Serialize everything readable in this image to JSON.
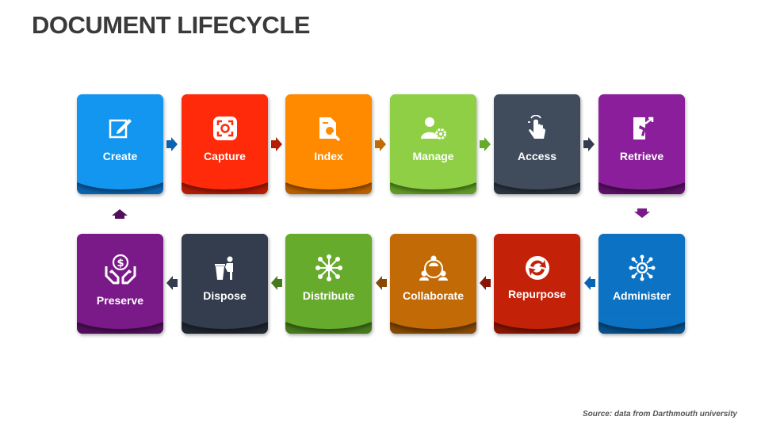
{
  "title": "DOCUMENT LIFECYCLE",
  "source": "Source: data from Darthmouth university",
  "steps": [
    {
      "label": "Create",
      "icon": "pencil-square-icon",
      "color": "#1296f0",
      "dark": "#0a63b0"
    },
    {
      "label": "Capture",
      "icon": "scan-capture-icon",
      "color": "#ff2a0a",
      "dark": "#b31c05"
    },
    {
      "label": "Index",
      "icon": "document-search-icon",
      "color": "#ff8a00",
      "dark": "#b85f00"
    },
    {
      "label": "Manage",
      "icon": "user-gear-icon",
      "color": "#8ecf45",
      "dark": "#5f9a25"
    },
    {
      "label": "Access",
      "icon": "touch-hand-icon",
      "color": "#404c5c",
      "dark": "#2b3440"
    },
    {
      "label": "Retrieve",
      "icon": "door-exit-icon",
      "color": "#8b1f9b",
      "dark": "#5d1168"
    },
    {
      "label": "Administer",
      "icon": "network-nodes-icon",
      "color": "#0b72c4",
      "dark": "#07508c"
    },
    {
      "label": "Repurpose",
      "icon": "recycle-arrows-icon",
      "color": "#c42109",
      "dark": "#8a1705"
    },
    {
      "label": "Collaborate",
      "icon": "team-cycle-icon",
      "color": "#c26b06",
      "dark": "#864a04"
    },
    {
      "label": "Distribute",
      "icon": "distribute-hub-icon",
      "color": "#67ab2c",
      "dark": "#477a1c"
    },
    {
      "label": "Dispose",
      "icon": "trash-person-icon",
      "color": "#333d4d",
      "dark": "#212833"
    },
    {
      "label": "Preserve",
      "icon": "hands-coin-icon",
      "color": "#7a1a88",
      "dark": "#52105c"
    }
  ]
}
